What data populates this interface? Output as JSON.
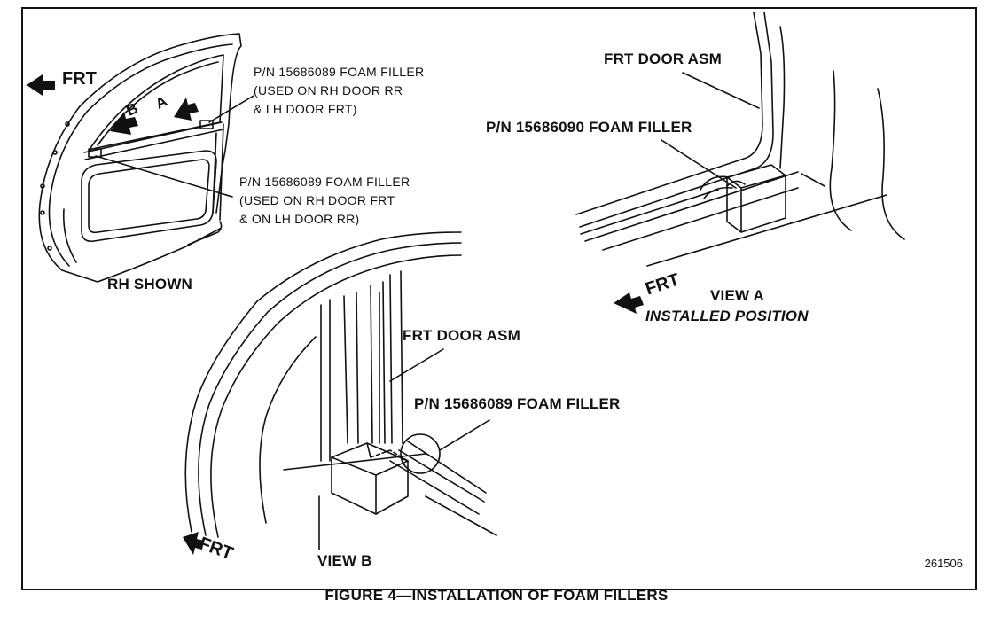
{
  "detail_rh": {
    "frt_label": "FRT",
    "marker_b": "B",
    "marker_a": "A",
    "callout_upper": {
      "line1": "P/N 15686089 FOAM FILLER",
      "line2": "(USED ON RH DOOR RR",
      "line3": "& LH DOOR FRT)"
    },
    "callout_lower": {
      "line1": "P/N 15686089 FOAM FILLER",
      "line2": "(USED ON RH DOOR FRT",
      "line3": "& ON LH DOOR RR)"
    },
    "caption": "RH SHOWN"
  },
  "view_a": {
    "door_label": "FRT DOOR ASM",
    "part_label": "P/N 15686090 FOAM FILLER",
    "frt_label": "FRT",
    "title": "VIEW A",
    "subtitle": "INSTALLED POSITION"
  },
  "view_b": {
    "door_label": "FRT DOOR ASM",
    "part_label": "P/N 15686089 FOAM FILLER",
    "frt_label": "FRT",
    "title": "VIEW B"
  },
  "figure_number": "261506",
  "figure_caption": "FIGURE 4—INSTALLATION OF FOAM FILLERS"
}
